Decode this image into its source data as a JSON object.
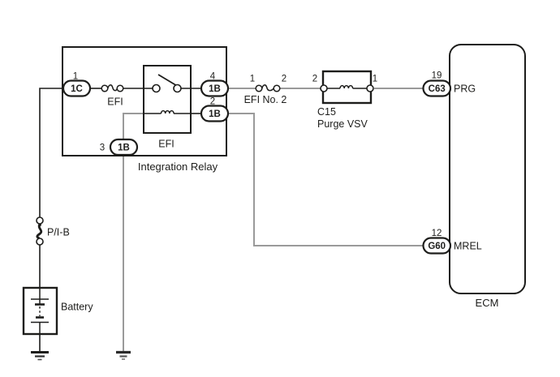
{
  "colors": {
    "line": "#1d1d1b",
    "wire": "#9a9a9a",
    "background": "#ffffff"
  },
  "integration_relay": {
    "label": "Integration Relay",
    "internal_fuse_label": "EFI",
    "internal_relay_label": "EFI",
    "pin_1": {
      "number": "1",
      "connector": "1C"
    },
    "pin_4": {
      "number": "4",
      "connector": "1B"
    },
    "pin_2": {
      "number": "2",
      "connector": "1B"
    },
    "pin_3": {
      "number": "3",
      "connector": "1B"
    }
  },
  "efi_no2_fuse": {
    "label": "EFI No. 2",
    "left_pin": "1",
    "right_pin": "2"
  },
  "purge_vsv": {
    "connector_code": "C15",
    "label": "Purge VSV",
    "left_pin": "2",
    "right_pin": "1"
  },
  "ecm": {
    "label": "ECM",
    "prg_terminal": {
      "pin_number": "19",
      "connector": "C63",
      "signal_name": "PRG"
    },
    "mrel_terminal": {
      "pin_number": "12",
      "connector": "G60",
      "signal_name": "MREL"
    }
  },
  "fusible_link": {
    "label": "P/I-B"
  },
  "battery": {
    "label": "Battery"
  }
}
